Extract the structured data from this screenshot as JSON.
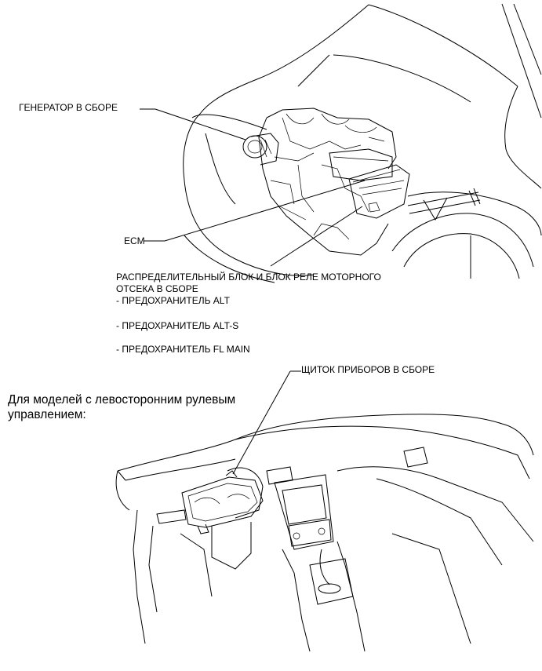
{
  "labels": {
    "generator": "ГЕНЕРАТОР В СБОРЕ",
    "ecm": "ECM",
    "relay_block_line1": "РАСПРЕДЕЛИТЕЛЬНЫЙ БЛОК И БЛОК РЕЛЕ МОТОРНОГО",
    "relay_block_line2": "ОТСЕКА В СБОРЕ",
    "fuse_alt": "- ПРЕДОХРАНИТЕЛЬ ALT",
    "fuse_alt_s": "- ПРЕДОХРАНИТЕЛЬ ALT-S",
    "fuse_fl_main": "- ПРЕДОХРАНИТЕЛЬ FL MAIN",
    "instrument_cluster": "ЩИТОК ПРИБОРОВ В СБОРЕ",
    "lhd_line1": "Для моделей с левосторонним рулевым",
    "lhd_line2": "управлением:"
  }
}
